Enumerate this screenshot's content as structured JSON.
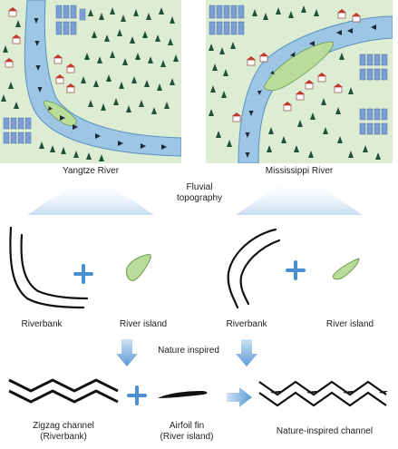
{
  "maps": {
    "left_caption": "Yangtze River",
    "right_caption": "Mississippi River",
    "colors": {
      "land": "#dcedd3",
      "river": "#9cc6e4",
      "island": "#b9dc9a",
      "tree": "#24503a",
      "house_roof": "#c0392b",
      "building": "#7c9fd3"
    }
  },
  "center_label": {
    "line1": "Fluvial",
    "line2": "topography"
  },
  "elements": {
    "riverbank_left": "Riverbank",
    "river_island_left": "River island",
    "riverbank_right": "Riverbank",
    "river_island_right": "River island",
    "nature_inspired": "Nature inspired"
  },
  "designs": {
    "zigzag_line1": "Zigzag channel",
    "zigzag_line2": "(Riverbank)",
    "airfoil_line1": "Airfoil fin",
    "airfoil_line2": "(River island)",
    "result": "Nature-inspired channel"
  },
  "colors": {
    "plus": "#4a90d0",
    "arrow": "#5b9bd5",
    "fan": "#c8dcf2"
  }
}
